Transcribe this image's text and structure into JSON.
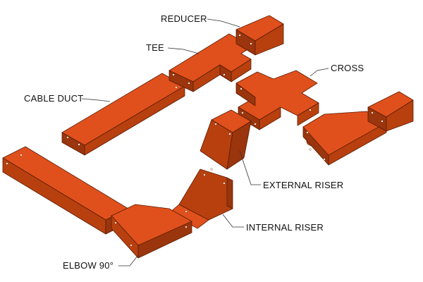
{
  "labels": {
    "reducer": "REDUCER",
    "tee": "TEE",
    "cross": "CROSS",
    "cable_duct": "CABLE DUCT",
    "external_riser": "EXTERNAL RISER",
    "internal_riser": "INTERNAL RISER",
    "elbow_90": "ELBOW 90°"
  },
  "colors": {
    "duct_top": "#e0501c",
    "duct_side": "#b8400f",
    "duct_end": "#9a350d",
    "outline": "#5a1d05",
    "background": "#ffffff"
  }
}
